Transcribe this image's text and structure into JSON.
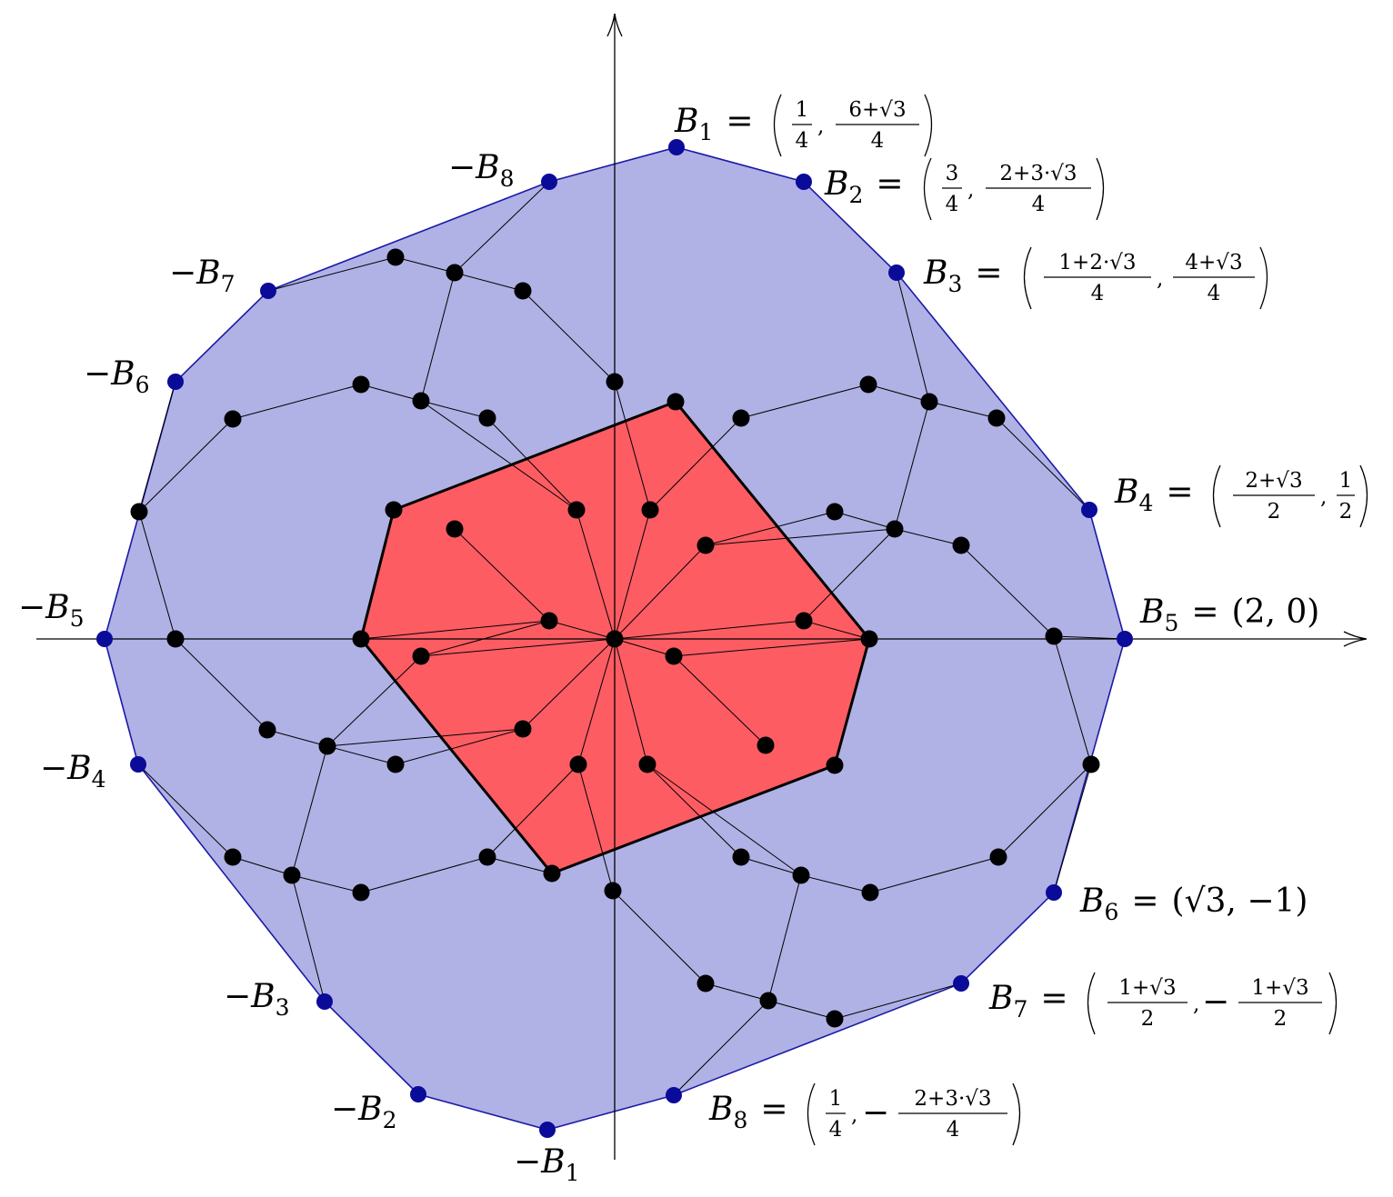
{
  "colors": {
    "outer_fill": "#b0b1e5",
    "outer_stroke": "#1a1aa6",
    "inner_fill": "#fd5c63",
    "inner_stroke": "#000000",
    "blue_vertex": "#0b0b9a",
    "black_vertex": "#000000",
    "edge": "#000000"
  },
  "labels": {
    "B1": {
      "name": "B",
      "sub": "1",
      "op": "=",
      "x_num": "1",
      "x_den": "4",
      "x_neg": false,
      "y_num": "6+√3",
      "y_den": "4",
      "y_neg": false
    },
    "B2": {
      "name": "B",
      "sub": "2",
      "op": "=",
      "x_num": "3",
      "x_den": "4",
      "x_neg": false,
      "y_num": "2+3·√3",
      "y_den": "4",
      "y_neg": false
    },
    "B3": {
      "name": "B",
      "sub": "3",
      "op": "=",
      "x_num": "1+2·√3",
      "x_den": "4",
      "x_neg": false,
      "y_num": "4+√3",
      "y_den": "4",
      "y_neg": false
    },
    "B4": {
      "name": "B",
      "sub": "4",
      "op": "=",
      "x_num": "2+√3",
      "x_den": "2",
      "x_neg": false,
      "y_num": "1",
      "y_den": "2",
      "y_neg": false
    },
    "B5": {
      "name": "B",
      "sub": "5",
      "op": "=",
      "value": "(2, 0)"
    },
    "B6": {
      "name": "B",
      "sub": "6",
      "op": "=",
      "value": "(√3, −1)"
    },
    "B7": {
      "name": "B",
      "sub": "7",
      "op": "=",
      "x_num": "1+√3",
      "x_den": "2",
      "x_neg": false,
      "y_num": "1+√3",
      "y_den": "2",
      "y_neg": true,
      "neg_sign": "−"
    },
    "B8": {
      "name": "B",
      "sub": "8",
      "op": "=",
      "x_num": "1",
      "x_den": "4",
      "x_neg": false,
      "y_num": "2+3·√3",
      "y_den": "4",
      "y_neg": true,
      "neg_sign": "−"
    },
    "negB1": {
      "text": "−B",
      "sub": "1"
    },
    "negB2": {
      "text": "−B",
      "sub": "2"
    },
    "negB3": {
      "text": "−B",
      "sub": "3"
    },
    "negB4": {
      "text": "−B",
      "sub": "4"
    },
    "negB5": {
      "text": "−B",
      "sub": "5"
    },
    "negB6": {
      "text": "−B",
      "sub": "6"
    },
    "negB7": {
      "text": "−B",
      "sub": "7"
    },
    "negB8": {
      "text": "−B",
      "sub": "8"
    }
  },
  "icons": {
    "x_axis_arrow": "arrow-right",
    "y_axis_arrow": "arrow-up"
  }
}
